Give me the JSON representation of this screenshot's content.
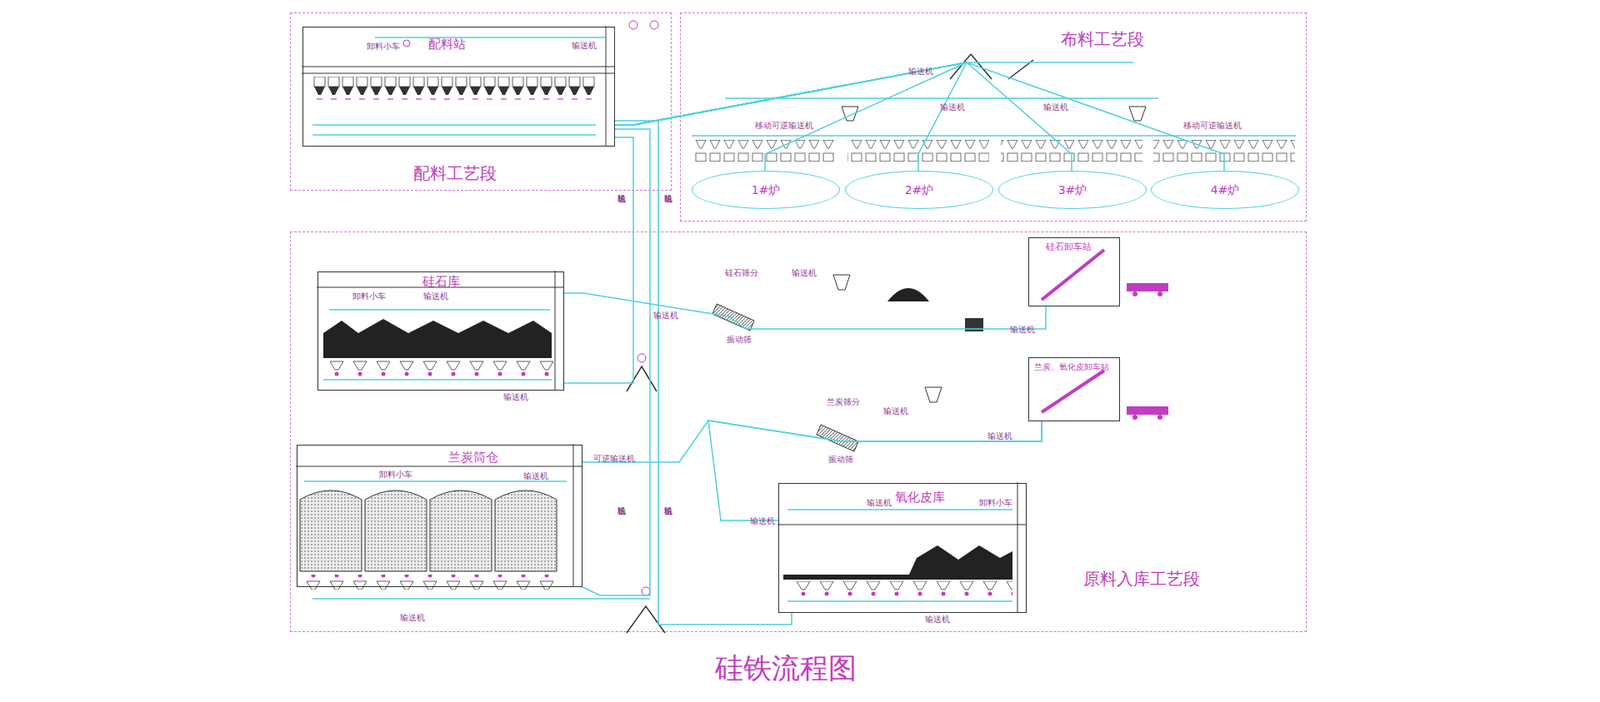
{
  "diagram": {
    "title": "硅铁流程图",
    "nodes": [
      {
        "text": [
          "配料工艺段"
        ]
      },
      {
        "text": [
          "配料站"
        ],
        "in": 0
      },
      {
        "text": [
          "布料工艺段"
        ]
      },
      {
        "text": [
          "1#炉"
        ],
        "in": 2
      },
      {
        "text": [
          "2#炉"
        ],
        "in": 2
      },
      {
        "text": [
          "3#炉"
        ],
        "in": 2
      },
      {
        "text": [
          "4#炉"
        ],
        "in": 2
      },
      {
        "text": [
          "原料入库工艺段"
        ]
      },
      {
        "text": [
          "硅石库"
        ],
        "in": 7
      },
      {
        "text": [
          "硅石卸车站"
        ],
        "in": 7
      },
      {
        "text": [
          "兰炭、氧化皮卸车站"
        ],
        "in": 7
      },
      {
        "text": [
          "兰炭筒仓"
        ],
        "in": 7
      },
      {
        "text": [
          "氧化皮库"
        ],
        "in": 7
      }
    ],
    "edges": [
      {
        "from": 9,
        "to": 8,
        "arrow": "none"
      },
      {
        "from": 10,
        "to": 11,
        "arrow": "none"
      },
      {
        "from": 10,
        "to": 12,
        "arrow": "none"
      },
      {
        "from": 8,
        "to": 1,
        "arrow": "none"
      },
      {
        "from": 11,
        "to": 1,
        "arrow": "none"
      },
      {
        "from": 12,
        "to": 1,
        "arrow": "none"
      },
      {
        "from": 1,
        "to": 3,
        "arrow": "none"
      },
      {
        "from": 1,
        "to": 4,
        "arrow": "none"
      },
      {
        "from": 1,
        "to": 5,
        "arrow": "none"
      },
      {
        "from": 1,
        "to": 6,
        "arrow": "none"
      }
    ],
    "labels": [
      "卸料小车",
      "输送机",
      "输送机",
      "输送机",
      "输送机",
      "移动可逆输送机",
      "移动可逆输送机",
      "卸料小车",
      "输送机",
      "输送机",
      "输送机",
      "硅石筛分",
      "振动筛",
      "输送机",
      "输送机",
      "兰炭筛分",
      "振动筛",
      "输送机",
      "输送机",
      "可逆输送机",
      "卸料小车",
      "输送机",
      "输送机",
      "输送机",
      "卸料小车",
      "输送机",
      "输送机",
      "输送机",
      "输送机",
      "输送机",
      "输送机"
    ]
  }
}
